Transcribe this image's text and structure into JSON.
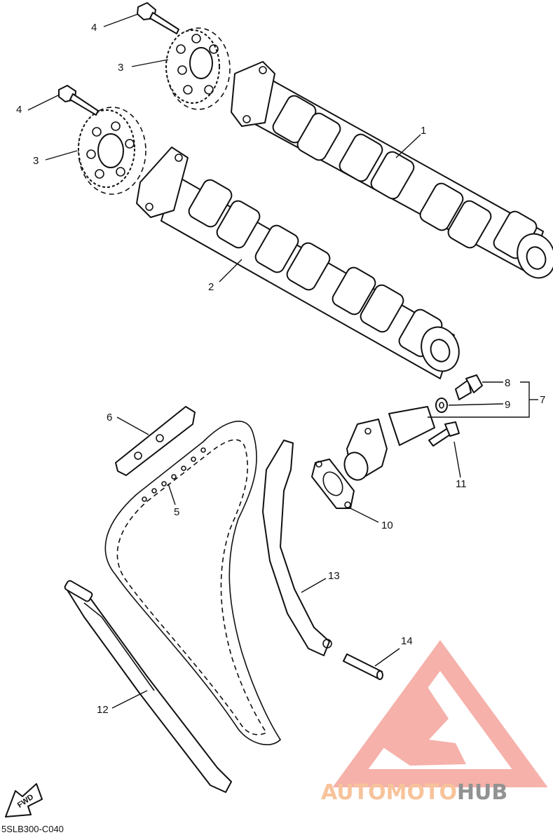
{
  "callouts": [
    {
      "id": "1",
      "text": "1"
    },
    {
      "id": "2",
      "text": "2"
    },
    {
      "id": "3a",
      "text": "3"
    },
    {
      "id": "3b",
      "text": "3"
    },
    {
      "id": "4a",
      "text": "4"
    },
    {
      "id": "4b",
      "text": "4"
    },
    {
      "id": "5",
      "text": "5"
    },
    {
      "id": "6",
      "text": "6"
    },
    {
      "id": "7",
      "text": "7"
    },
    {
      "id": "8",
      "text": "8"
    },
    {
      "id": "9",
      "text": "9"
    },
    {
      "id": "10",
      "text": "10"
    },
    {
      "id": "11",
      "text": "11"
    },
    {
      "id": "12",
      "text": "12"
    },
    {
      "id": "13",
      "text": "13"
    },
    {
      "id": "14",
      "text": "14"
    }
  ],
  "fwd_label": "FWD",
  "diagram_code": "5SLB300-C040",
  "watermark": {
    "part1": "AUTOMOTO",
    "part2": "HUB",
    "color_primary": "#f4a49c",
    "color_secondary": "#7f7f7f",
    "color_accent": "#f6b98a"
  }
}
